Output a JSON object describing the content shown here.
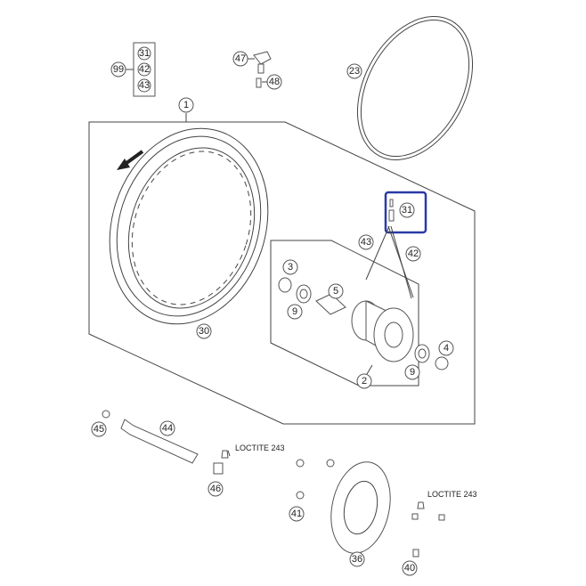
{
  "callouts": {
    "c99": "99",
    "c31a": "31",
    "c42a": "42",
    "c43a": "43",
    "c47": "47",
    "c48": "48",
    "c23": "23",
    "c1": "1",
    "c31b": "31",
    "c43b": "43",
    "c42b": "42",
    "c3": "3",
    "c5": "5",
    "c9a": "9",
    "c30": "30",
    "c4": "4",
    "c9b": "9",
    "c2": "2",
    "c45": "45",
    "c44": "44",
    "c46": "46",
    "c41": "41",
    "c36": "36",
    "c40": "40"
  },
  "notes": {
    "loctite_a": "LOCTITE 243",
    "loctite_b": "LOCTITE 243"
  },
  "colors": {
    "highlight": "#2b3aa6",
    "line": "#444444"
  }
}
